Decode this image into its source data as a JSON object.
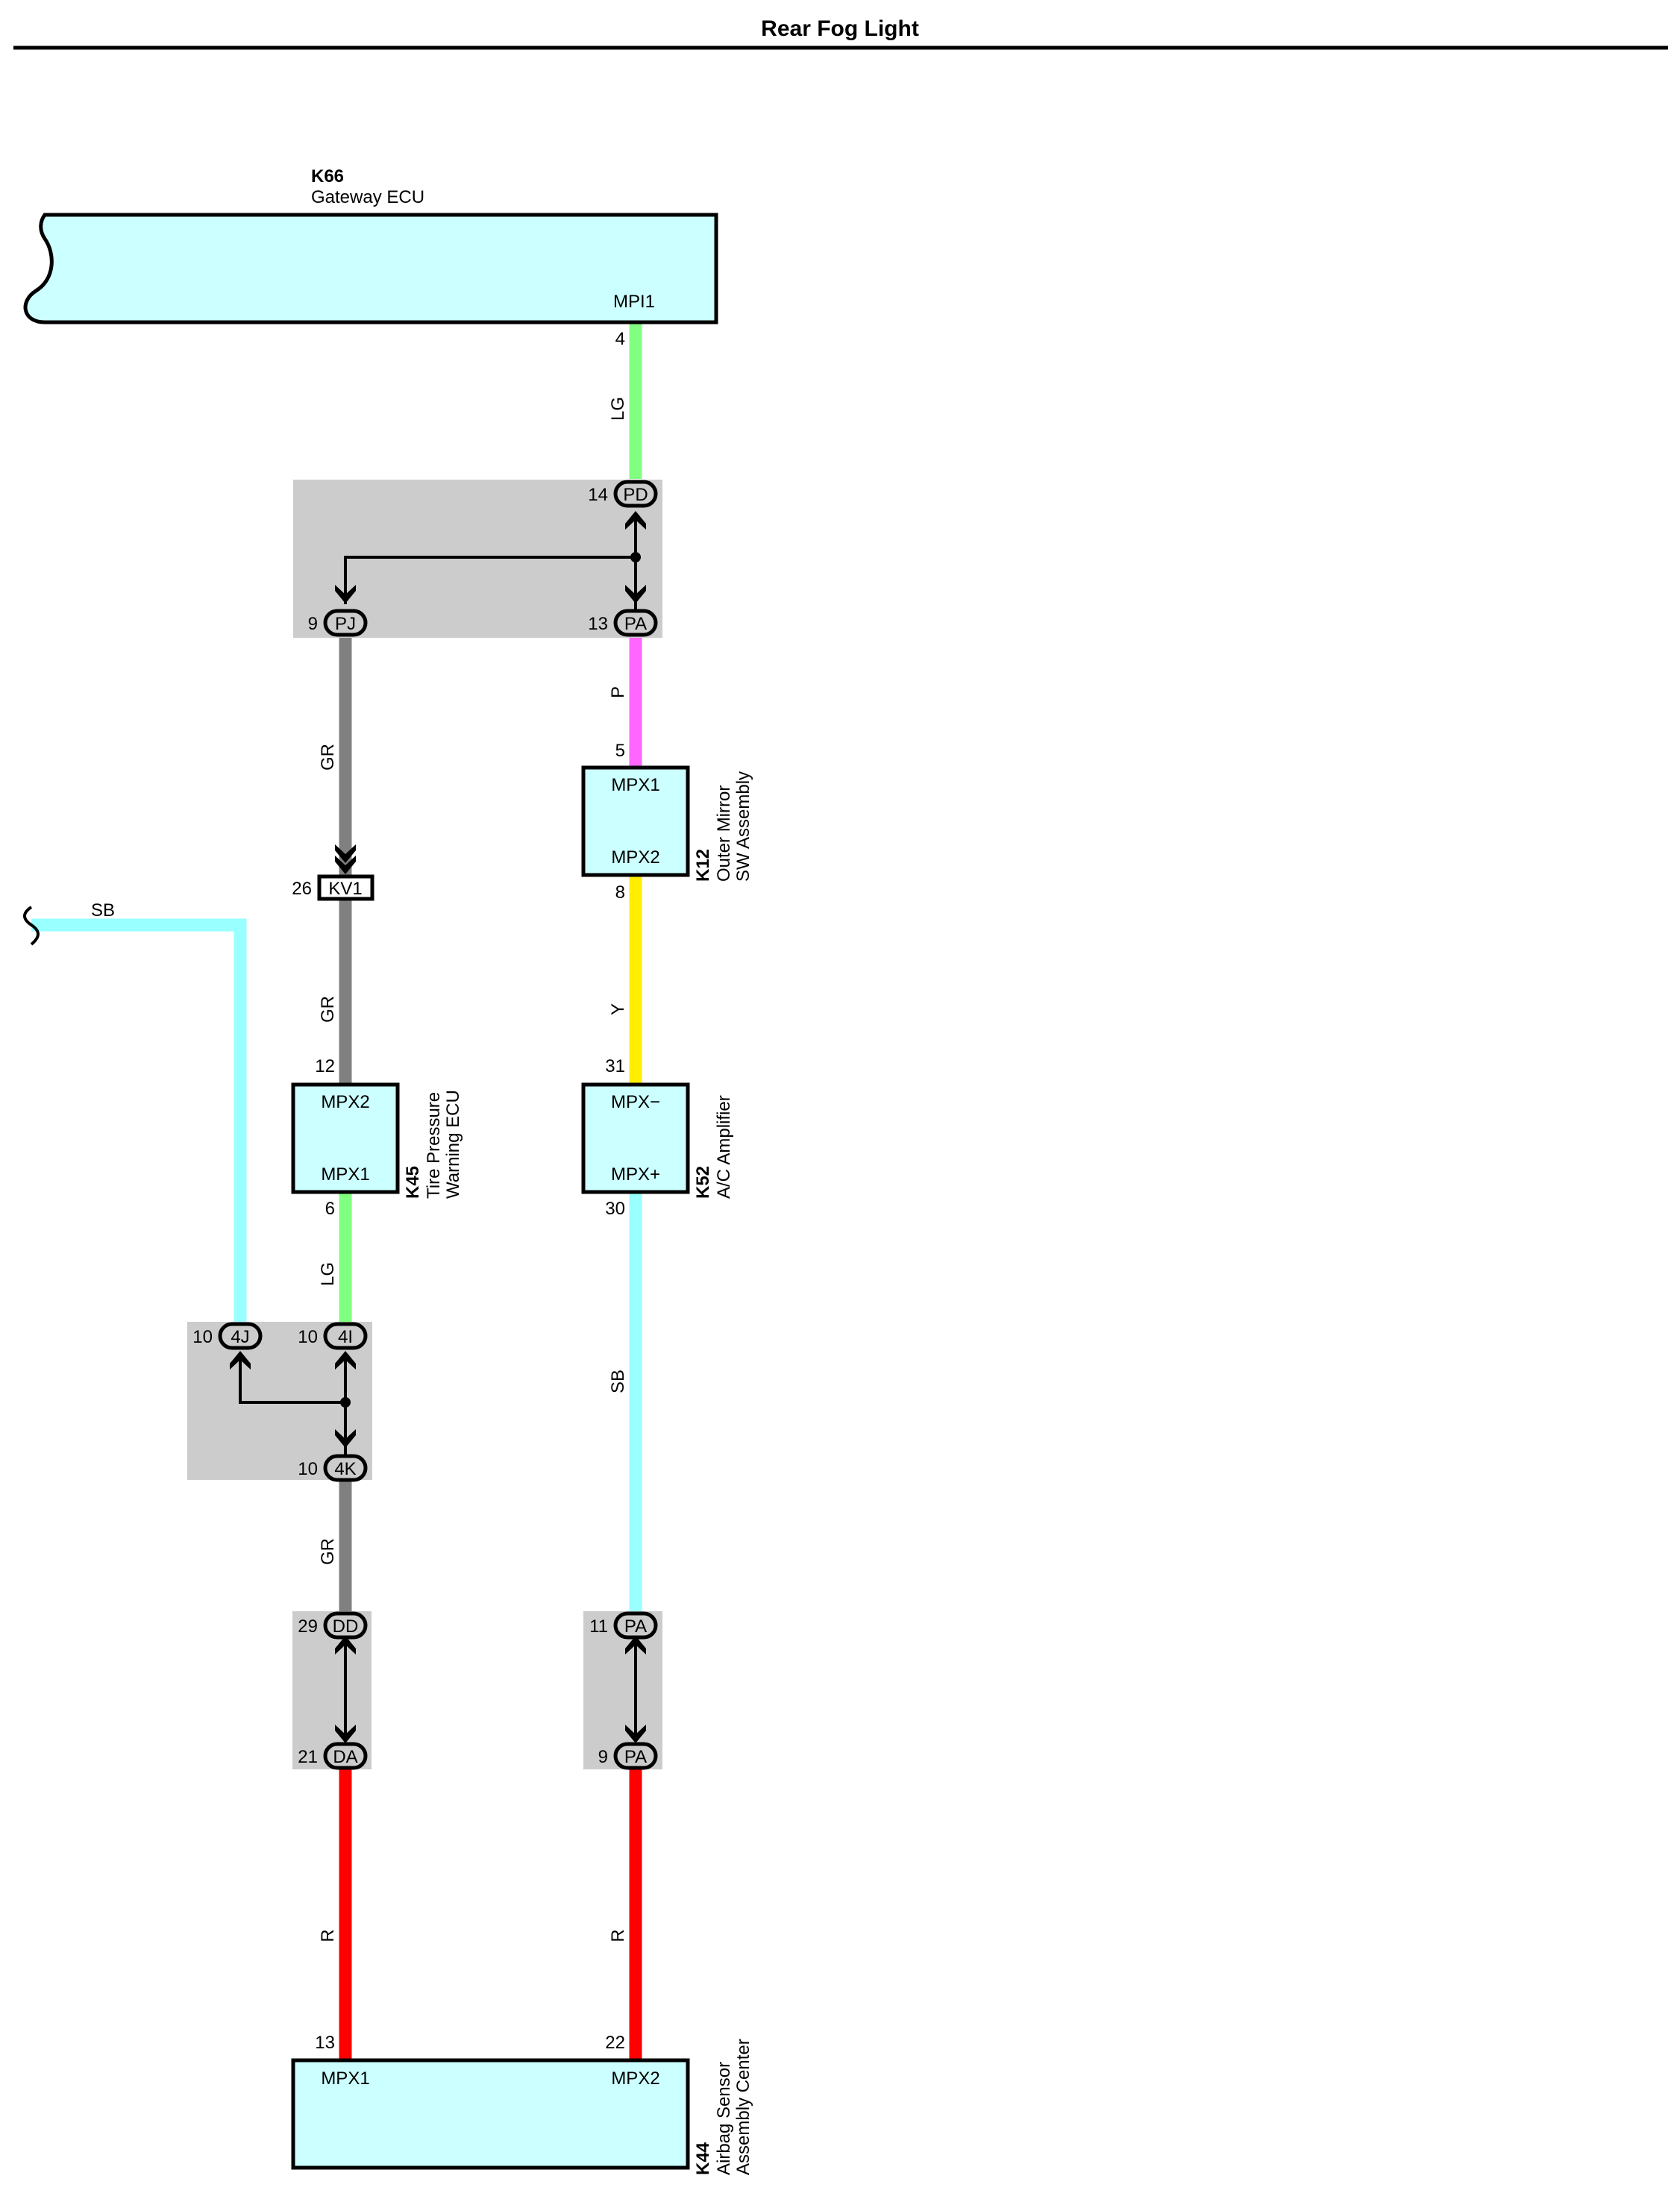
{
  "title": "Rear Fog Light",
  "colors": {
    "component_fill": "#ccffff",
    "junction_fill": "#cccccc",
    "LG": "#80ff80",
    "GR": "#808080",
    "P": "#ff66ff",
    "Y": "#ffee00",
    "SB": "#99ffff",
    "R": "#ff0000"
  },
  "components": {
    "k66": {
      "id": "K66",
      "name": "Gateway ECU",
      "terminal": "MPI1"
    },
    "k12": {
      "id": "K12",
      "name_line1": "Outer Mirror",
      "name_line2": "SW Assembly",
      "top": "MPX1",
      "bottom": "MPX2"
    },
    "k45": {
      "id": "K45",
      "name_line1": "Tire Pressure",
      "name_line2": "Warning ECU",
      "top": "MPX2",
      "bottom": "MPX1"
    },
    "k52": {
      "id": "K52",
      "name": "A/C Amplifier",
      "top": "MPX−",
      "bottom": "MPX+"
    },
    "k44": {
      "id": "K44",
      "name_line1": "Airbag Sensor",
      "name_line2": "Assembly Center",
      "left": "MPX1",
      "right": "MPX2"
    }
  },
  "connectors": {
    "pd": {
      "pin": "14",
      "name": "PD"
    },
    "pj": {
      "pin": "9",
      "name": "PJ"
    },
    "pa_top": {
      "pin": "13",
      "name": "PA"
    },
    "kv1": {
      "pin": "26",
      "name": "KV1"
    },
    "c4j": {
      "pin": "10",
      "name": "4J"
    },
    "c4i": {
      "pin": "10",
      "name": "4I"
    },
    "c4k": {
      "pin": "10",
      "name": "4K"
    },
    "dd": {
      "pin": "29",
      "name": "DD"
    },
    "da": {
      "pin": "21",
      "name": "DA"
    },
    "pa_mid": {
      "pin": "11",
      "name": "PA"
    },
    "pa_low": {
      "pin": "9",
      "name": "PA"
    }
  },
  "pins": {
    "k66_mpi1": "4",
    "k12_top": "5",
    "k12_bottom": "8",
    "k52_top": "31",
    "k52_bottom": "30",
    "k45_top": "12",
    "k45_bottom": "6",
    "k44_left": "13",
    "k44_right": "22"
  },
  "wires": {
    "lg_top": "LG",
    "p": "P",
    "gr1": "GR",
    "gr2": "GR",
    "y": "Y",
    "lg_mid": "LG",
    "sb_mid": "SB",
    "gr3": "GR",
    "r_left": "R",
    "r_right": "R",
    "sb_left": "SB"
  }
}
